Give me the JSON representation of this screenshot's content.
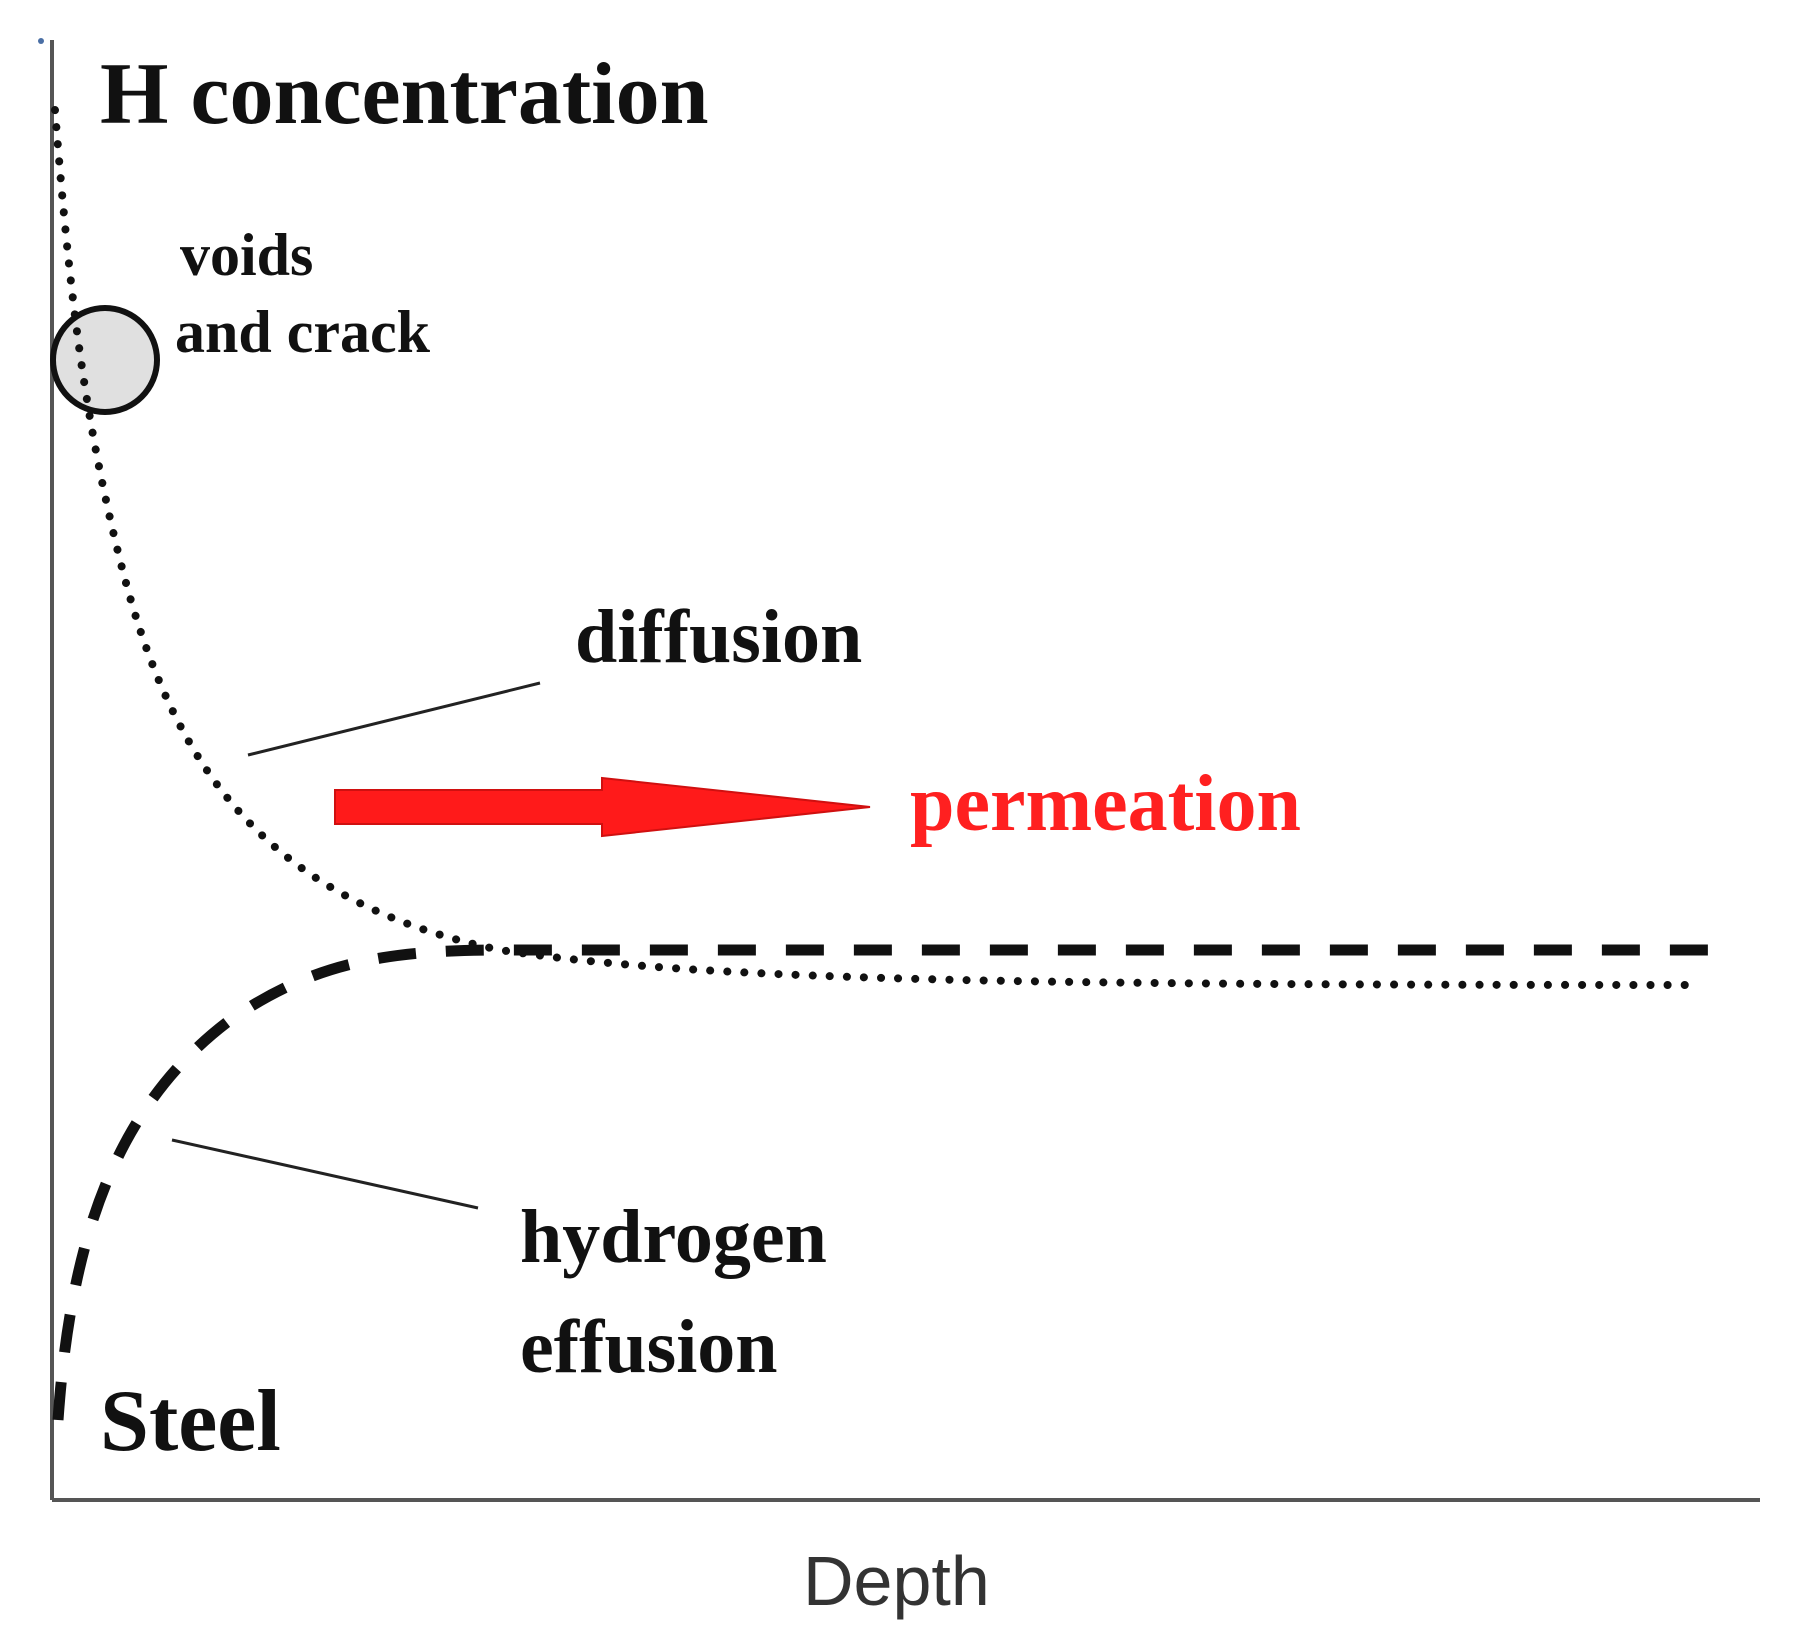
{
  "labels": {
    "y_axis": "H concentration",
    "x_axis": "Depth",
    "voids_line1": "voids",
    "voids_line2": "and crack",
    "diffusion": "diffusion",
    "permeation": "permeation",
    "effusion_line1": "hydrogen",
    "effusion_line2": "effusion",
    "steel": "Steel"
  },
  "colors": {
    "ink": "#111111",
    "arrow": "#ff1a1a",
    "permeation_text": "#ff2020",
    "void_fill": "#e0e0e0",
    "axis": "#555555"
  },
  "icons": {
    "arrow": "right-arrow-icon"
  }
}
